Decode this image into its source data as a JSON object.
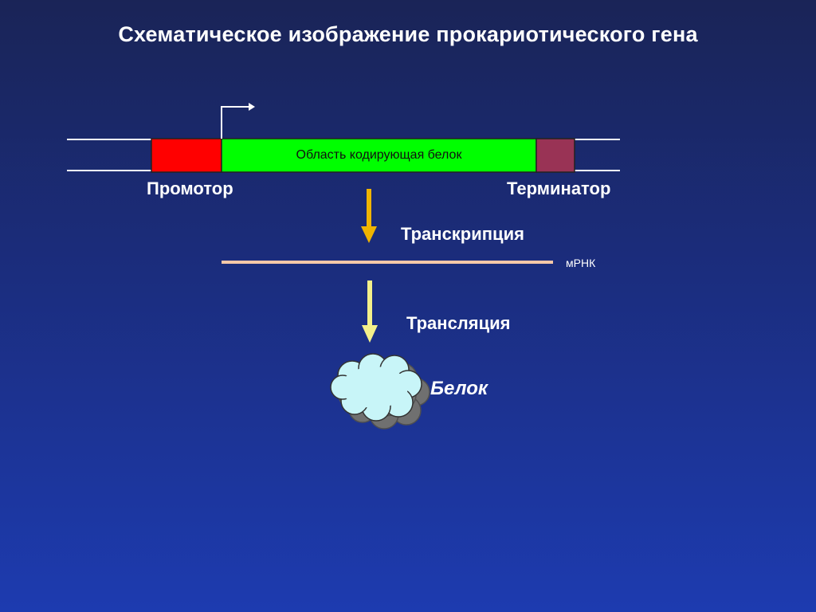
{
  "title": "Схематическое изображение прокариотического гена",
  "gene": {
    "coding_region_label": "Область кодирующая белок",
    "promoter_label": "Промотор",
    "terminator_label": "Терминатор",
    "colors": {
      "promoter": "#ff0000",
      "coding": "#00ff00",
      "terminator": "#993355",
      "dna_strand": "#ffffff"
    }
  },
  "steps": {
    "transcription_label": "Транскрипция",
    "mrna_label": "мРНК",
    "translation_label": "Трансляция",
    "protein_label": "Белок"
  },
  "colors": {
    "transcription_arrow": "#f0b400",
    "translation_arrow": "#f4f08a",
    "mrna_line": "#f5c8a8",
    "protein_fill": "#c8f5f8",
    "protein_shadow": "#707070"
  }
}
